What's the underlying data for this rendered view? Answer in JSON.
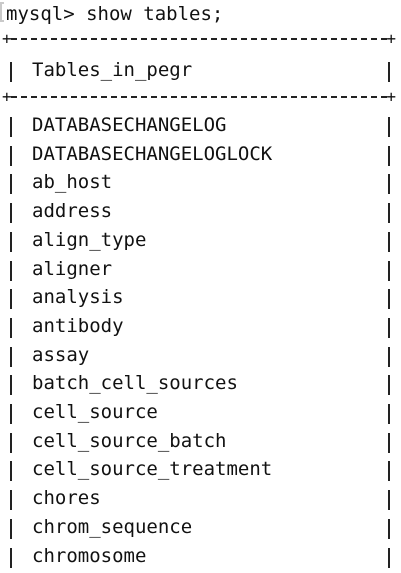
{
  "terminal": {
    "prompt": "mysql> show tables;",
    "header": "Tables_in_pegr",
    "rows": [
      "DATABASECHANGELOG",
      "DATABASECHANGELOGLOCK",
      "ab_host",
      "address",
      "align_type",
      "aligner",
      "analysis",
      "antibody",
      "assay",
      "batch_cell_sources",
      "cell_source",
      "cell_source_batch",
      "cell_source_treatment",
      "chores",
      "chrom_sequence",
      "chromosome"
    ]
  }
}
